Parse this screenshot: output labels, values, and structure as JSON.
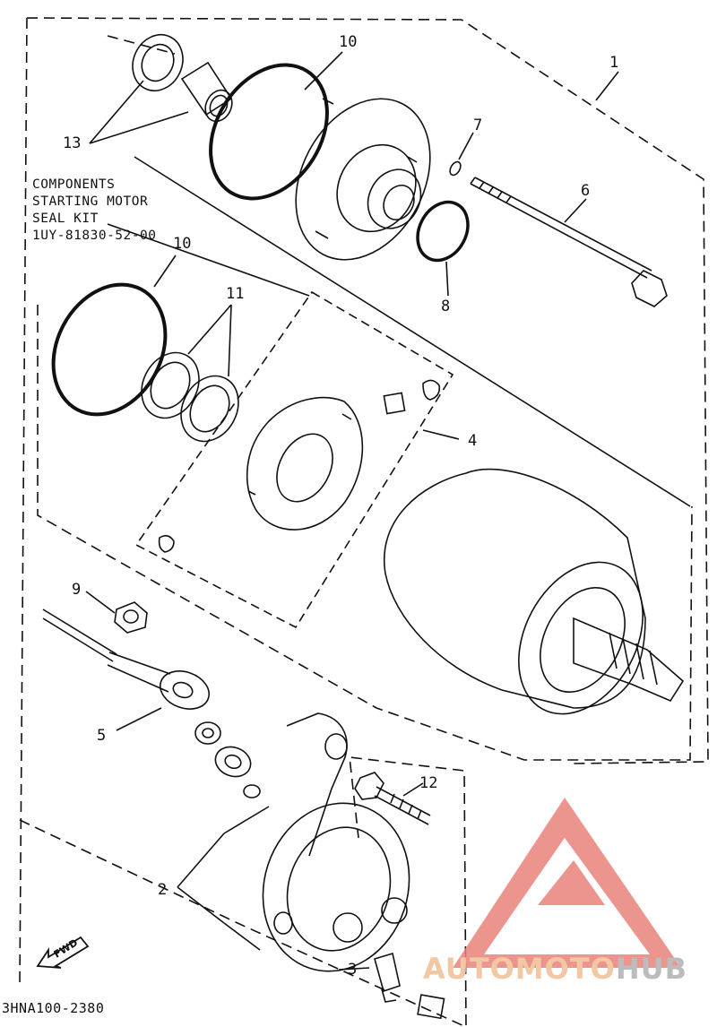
{
  "title_block": {
    "line1": "COMPONENTS",
    "line2": "STARTING MOTOR",
    "line3": "SEAL KIT",
    "line4": "1UY-81830-52-00"
  },
  "drawing_code": "3HNA100-2380",
  "direction_label": "FWD",
  "callouts": {
    "c1": "1",
    "c2": "2",
    "c3": "3",
    "c4": "4",
    "c5": "5",
    "c6": "6",
    "c7": "7",
    "c8": "8",
    "c9": "9",
    "c10a": "10",
    "c10b": "10",
    "c11": "11",
    "c12": "12",
    "c13": "13"
  },
  "watermark": {
    "part1": "AUTO",
    "part2": "MOTO",
    "part3": "HUB",
    "color_primary": "#e8827a",
    "color_secondary": "#f2c7a4",
    "color_gray": "#bcbcbc"
  }
}
